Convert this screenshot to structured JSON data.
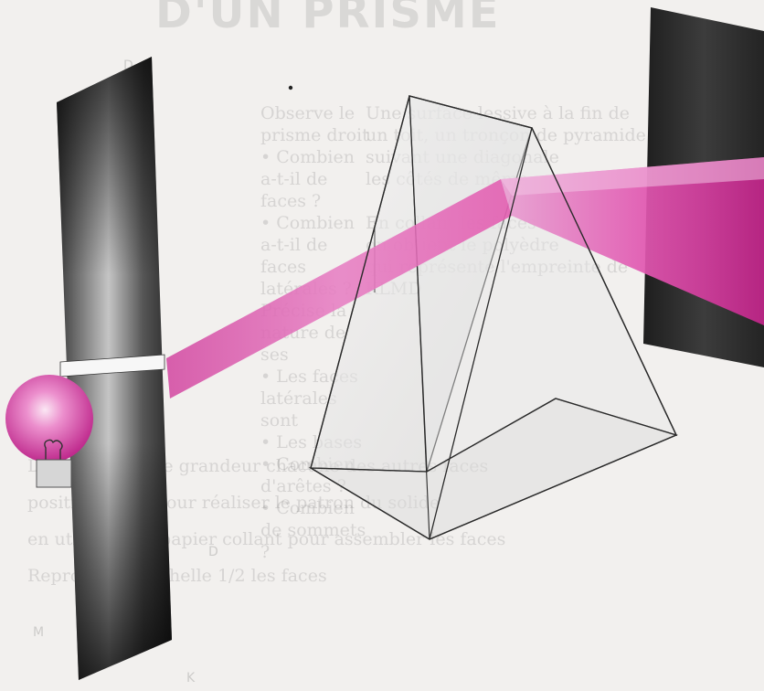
{
  "background": {
    "title": "D'UN PRISME",
    "left_column": "Observe le prisme droit\n• Combien a-t-il de faces ?\n• Combien a-t-il de faces\nlatérales ?\nPrécise la nature de ses\n• Les faces latérales sont\n• Les bases\n• Combien d'arêtes ?\n• Combien de sommets ?",
    "right_column": "Une surface lessive à la fin de\nun toit, un tronçon de pyramide\nsuivant une diagonale\nles côtés de même\n\nEn collant les faces\non obtient le polyèdre\nqui représente l'empreinte de\nKLMD",
    "lower_text": "Dessine en vraie grandeur chacune des autres faces\npositionne-les pour réaliser le patron du solide\nen utilisant du papier collant pour assembler les faces\nReproduis à l'échelle 1/2 les faces",
    "letters": [
      "D",
      "D",
      "M",
      "K"
    ]
  },
  "colors": {
    "light_beam": "#e04aa6",
    "bulb": "#d94fae",
    "panel_dark": "#2e2e2e",
    "panel_light": "#ededed",
    "prism_edge": "#2a2a2a"
  }
}
